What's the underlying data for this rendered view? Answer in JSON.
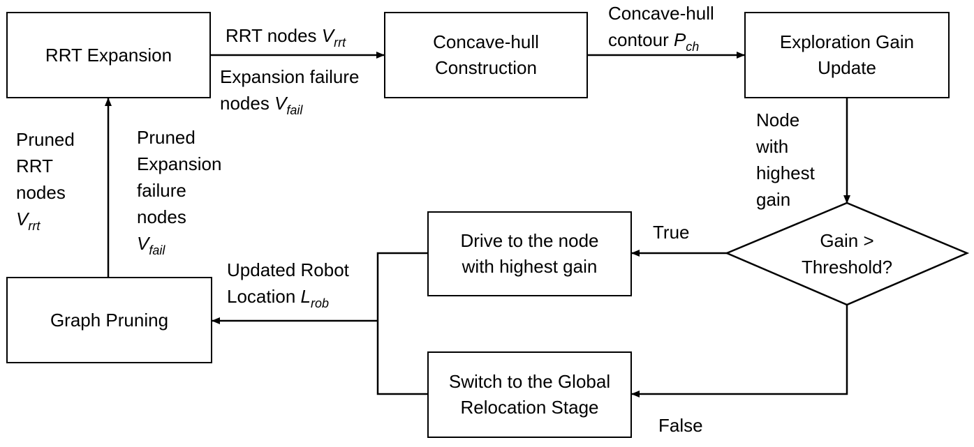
{
  "nodes": {
    "rrt_expansion": "RRT Expansion",
    "concave_hull": [
      "Concave-hull",
      "Construction"
    ],
    "exploration_gain": [
      "Exploration Gain",
      "Update"
    ],
    "decision": [
      "Gain >",
      "Threshold?"
    ],
    "drive_node": [
      "Drive to the node",
      "with highest gain"
    ],
    "switch_global": [
      "Switch to the Global",
      "Relocation Stage"
    ],
    "graph_pruning": "Graph Pruning"
  },
  "edges": {
    "rrt_nodes": {
      "text": "RRT nodes ",
      "var": "V",
      "sub": "rrt"
    },
    "expansion_failure": {
      "line1": "Expansion failure",
      "text": "nodes ",
      "var": "V",
      "sub": "fail"
    },
    "concave_contour": {
      "line1": "Concave-hull",
      "text": "contour ",
      "var": "P",
      "sub": "ch"
    },
    "node_highest_gain": [
      "Node",
      "with",
      "highest",
      "gain"
    ],
    "true_label": "True",
    "false_label": "False",
    "updated_location": {
      "line1": "Updated Robot",
      "text": "Location ",
      "var": "L",
      "sub": "rob"
    },
    "pruned_rrt": {
      "lines": [
        "Pruned",
        "RRT",
        "nodes"
      ],
      "var": "V",
      "sub": "rrt"
    },
    "pruned_failure": {
      "lines": [
        "Pruned",
        "Expansion",
        "failure",
        "nodes"
      ],
      "var": "V",
      "sub": "fail"
    }
  }
}
